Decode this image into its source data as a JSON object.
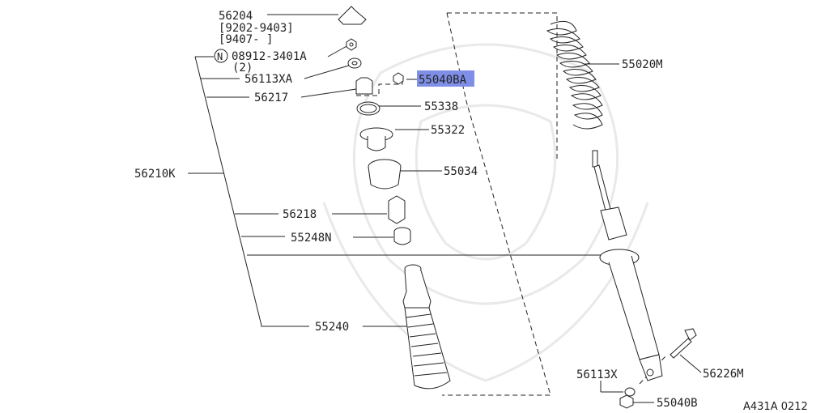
{
  "parts": {
    "p56204": "56204",
    "p56204_r1": "[9202-9403]",
    "p56204_r2": "[9407-     ]",
    "n_symbol": "N",
    "p08912": "08912-3401A",
    "p08912_qty": "(2)",
    "p56113XA": "56113XA",
    "p56217": "56217",
    "p55040BA": "55040BA",
    "p55338": "55338",
    "p55322": "55322",
    "p55034": "55034",
    "p56210K": "56210K",
    "p56218": "56218",
    "p55248N": "55248N",
    "p55240": "55240",
    "p55020M": "55020M",
    "p56226M": "56226M",
    "p56113X": "56113X",
    "p55040B": "55040B"
  },
  "diagram_code": "A431A 0212",
  "colors": {
    "highlight": "#7f8ee6",
    "ink": "#222222"
  }
}
